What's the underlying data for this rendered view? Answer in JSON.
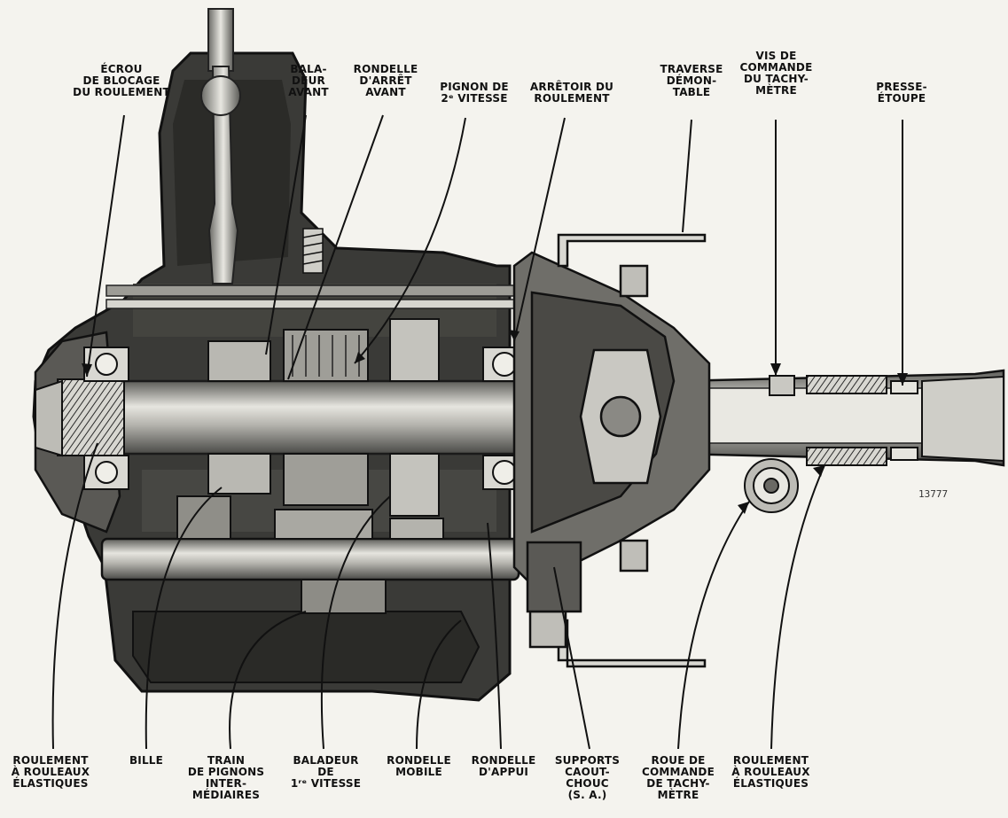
{
  "labels_top": [
    {
      "id": "ecrou",
      "lines": [
        "ÉCROU",
        "DE BLOCAGE",
        "DU ROULEMENT"
      ]
    },
    {
      "id": "baladeur-avant",
      "lines": [
        "BALA-",
        "DEUR",
        "AVANT"
      ]
    },
    {
      "id": "rondelle-arret",
      "lines": [
        "RONDELLE",
        "D'ARRÊT",
        "AVANT"
      ]
    },
    {
      "id": "pignon-2",
      "lines": [
        "PIGNON DE",
        "2ᵉ VITESSE"
      ]
    },
    {
      "id": "arretoir",
      "lines": [
        "ARRÊTOIR DU",
        "ROULEMENT"
      ]
    },
    {
      "id": "traverse",
      "lines": [
        "TRAVERSE",
        "DÉMON-",
        "TABLE"
      ]
    },
    {
      "id": "vis-commande",
      "lines": [
        "VIS DE",
        "COMMANDE",
        "DU TACHY-",
        "MÈTRE"
      ]
    },
    {
      "id": "presse-etoupe",
      "lines": [
        "PRESSE-",
        "ÉTOUPE"
      ]
    }
  ],
  "labels_bottom": [
    {
      "id": "roulement-left",
      "lines": [
        "ROULEMENT",
        "À ROULEAUX",
        "ÉLASTIQUES"
      ]
    },
    {
      "id": "bille",
      "lines": [
        "BILLE"
      ]
    },
    {
      "id": "train-pignons",
      "lines": [
        "TRAIN",
        "DE PIGNONS",
        "INTER-",
        "MÉDIAIRES"
      ]
    },
    {
      "id": "baladeur-1",
      "lines": [
        "BALADEUR",
        "DE",
        "1ʳᵉ VITESSE"
      ]
    },
    {
      "id": "rondelle-mobile",
      "lines": [
        "RONDELLE",
        "MOBILE"
      ]
    },
    {
      "id": "rondelle-appui",
      "lines": [
        "RONDELLE",
        "D'APPUI"
      ]
    },
    {
      "id": "supports",
      "lines": [
        "SUPPORTS",
        "CAOUT-",
        "CHOUC",
        "(S. A.)"
      ]
    },
    {
      "id": "roue-commande",
      "lines": [
        "ROUE DE",
        "COMMANDE",
        "DE TACHY-",
        "MÈTRE"
      ]
    },
    {
      "id": "roulement-right",
      "lines": [
        "ROULEMENT",
        "À ROULEAUX",
        "ÉLASTIQUES"
      ]
    }
  ],
  "reference_number": "13777",
  "colors": {
    "ink": "#1a1a1a",
    "dark": "#2b2b2b",
    "mid": "#8a8a86",
    "light": "#c9c8c2",
    "paper": "#f4f3ee"
  }
}
